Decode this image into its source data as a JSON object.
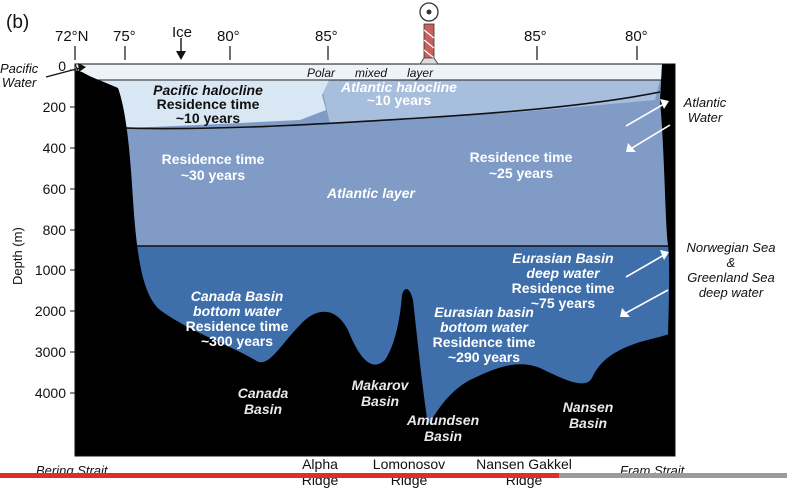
{
  "panel_label": "(b)",
  "top_axis": {
    "labels": [
      "72°N",
      "75°",
      "Ice",
      "80°",
      "85°",
      "85°",
      "80°"
    ]
  },
  "left_axis": {
    "label": "Depth (m)",
    "ticks": [
      "0",
      "200",
      "400",
      "600",
      "800",
      "1000",
      "2000",
      "3000",
      "4000"
    ]
  },
  "water_masses": {
    "polar_mixed_layer": [
      "Polar",
      "mixed",
      "layer"
    ],
    "pacific_halocline": [
      "Pacific halocline",
      "Residence time",
      "~10 years"
    ],
    "atlantic_halocline": [
      "Atlantic halocline",
      "~10 years"
    ],
    "residence_left": [
      "Residence time",
      "~30 years"
    ],
    "residence_right": [
      "Residence time",
      "~25 years"
    ],
    "atlantic_layer": "Atlantic layer",
    "canada_bottom": [
      "Canada Basin",
      "bottom water",
      "Residence time",
      "~300 years"
    ],
    "eurasian_deep": [
      "Eurasian Basin",
      "deep water",
      "Residence time",
      "~75 years"
    ],
    "eurasian_bottom": [
      "Eurasian basin",
      "bottom water",
      "Residence time",
      "~290 years"
    ]
  },
  "side_labels": {
    "pacific_water": [
      "Pacific",
      "Water"
    ],
    "atlantic_water": [
      "Atlantic",
      "Water"
    ],
    "norwegian": [
      "Norwegian Sea",
      "&",
      "Greenland Sea",
      "deep water"
    ]
  },
  "basins": {
    "canada": [
      "Canada",
      "Basin"
    ],
    "makarov": [
      "Makarov",
      "Basin"
    ],
    "amundsen": [
      "Amundsen",
      "Basin"
    ],
    "nansen": [
      "Nansen",
      "Basin"
    ]
  },
  "bottom_labels": {
    "bering": "Bering Strait",
    "alpha": [
      "Alpha",
      "Ridge"
    ],
    "lomonosov": [
      "Lomonosov",
      "Ridge"
    ],
    "gakkel": [
      "Nansen Gakkel",
      "Ridge"
    ],
    "fram": "Fram Strait"
  },
  "video_progress": 0.71,
  "colors": {
    "halocline_light": "#d9e6f3",
    "atlantic_layer": "#7f9bc6",
    "deep_water": "#3f6fab",
    "seafloor": "#000000",
    "progress": "#e52a2a"
  }
}
